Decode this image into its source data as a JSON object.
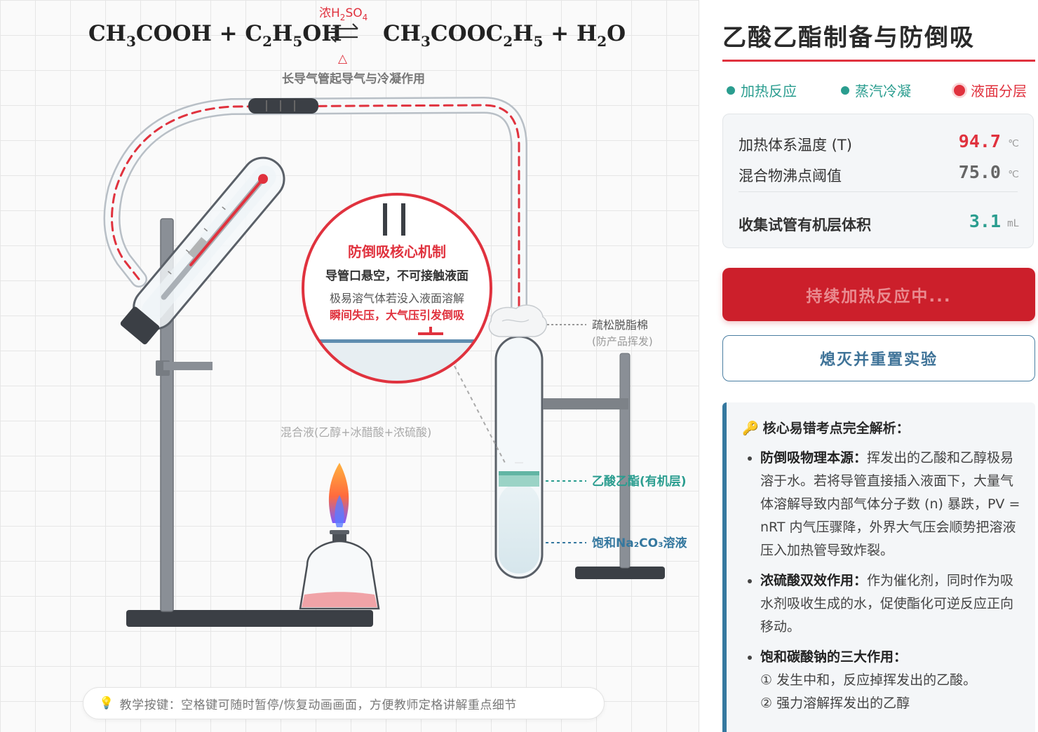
{
  "equation": {
    "left": "CH3COOH + C2H5OH",
    "catalyst": "浓H2SO4",
    "condition": "△",
    "right": "CH3COOC2H5 + H2O"
  },
  "labels": {
    "long_tube": "长导气管起导气与冷凝作用",
    "cotton": "疏松脱脂棉",
    "cotton_note": "(防产品挥发)",
    "mixture": "混合液(乙醇+冰醋酸+浓硫酸)",
    "ester_layer": "乙酸乙酯(有机层)",
    "carbonate_solution": "饱和Na₂CO₃溶液"
  },
  "callout": {
    "title": "防倒吸核心机制",
    "line1": "导管口悬空，不可接触液面",
    "line2": "极易溶气体若没入液面溶解",
    "line3": "瞬间失压，大气压引发倒吸"
  },
  "tip": {
    "icon": "lightbulb-icon",
    "text": "教学按键：空格键可随时暂停/恢复动画画面，方便教师定格讲解重点细节"
  },
  "panel": {
    "title": "乙酸乙酯制备与防倒吸",
    "status": [
      {
        "label": "加热反应",
        "color": "#2a9d8f",
        "active": false
      },
      {
        "label": "蒸汽冷凝",
        "color": "#2a9d8f",
        "active": false
      },
      {
        "label": "液面分层",
        "color": "#e0323e",
        "active": true
      }
    ],
    "readouts": [
      {
        "label": "加热体系温度 (T)",
        "value": "94.7",
        "unit": "℃",
        "color": "#e0323e"
      },
      {
        "label": "混合物沸点阈值",
        "value": "75.0",
        "unit": "℃",
        "color": "#666666"
      },
      {
        "label": "收集试管有机层体积",
        "value": "3.1",
        "unit": "mL",
        "color": "#2a9d8f"
      }
    ],
    "primary_button": "持续加热反应中...",
    "secondary_button": "熄灭并重置实验",
    "analysis": {
      "title": "核心易错考点完全解析：",
      "items": [
        {
          "head": "防倒吸物理本源：",
          "body": "挥发出的乙酸和乙醇极易溶于水。若将导管直接插入液面下，大量气体溶解导致内部气体分子数 (n) 暴跌，PV = nRT 内气压骤降，外界大气压会顺势把溶液压入加热管导致炸裂。"
        },
        {
          "head": "浓硫酸双效作用：",
          "body": "作为催化剂，同时作为吸水剂吸收生成的水，促使酯化可逆反应正向移动。"
        },
        {
          "head": "饱和碳酸钠的三大作用：",
          "body": "",
          "subs": [
            "① 发生中和，反应掉挥发出的乙酸。",
            "② 强力溶解挥发出的乙醇"
          ]
        }
      ]
    }
  }
}
